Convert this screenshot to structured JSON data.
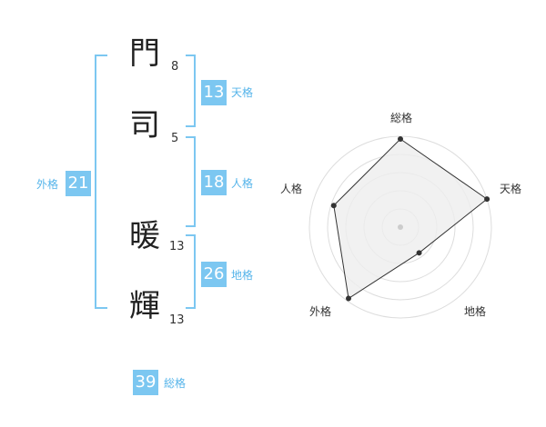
{
  "name": {
    "chars": [
      {
        "char": "門",
        "strokes": "8"
      },
      {
        "char": "司",
        "strokes": "5"
      },
      {
        "char": "暖",
        "strokes": "13"
      },
      {
        "char": "輝",
        "strokes": "13"
      }
    ]
  },
  "kaku": {
    "ten": {
      "value": "13",
      "label": "天格"
    },
    "jin": {
      "value": "18",
      "label": "人格"
    },
    "chi": {
      "value": "26",
      "label": "地格"
    },
    "gai": {
      "value": "21",
      "label": "外格"
    },
    "sou": {
      "value": "39",
      "label": "総格"
    }
  },
  "radar": {
    "labels": [
      "総格",
      "天格",
      "地格",
      "外格",
      "人格"
    ],
    "values": [
      0.97,
      1.0,
      0.35,
      0.97,
      0.77
    ],
    "rings": 5,
    "colors": {
      "ring": "#dddddd",
      "fill": "#eeeeee",
      "line": "#333333",
      "dot": "#333333",
      "center": "#cccccc"
    }
  }
}
